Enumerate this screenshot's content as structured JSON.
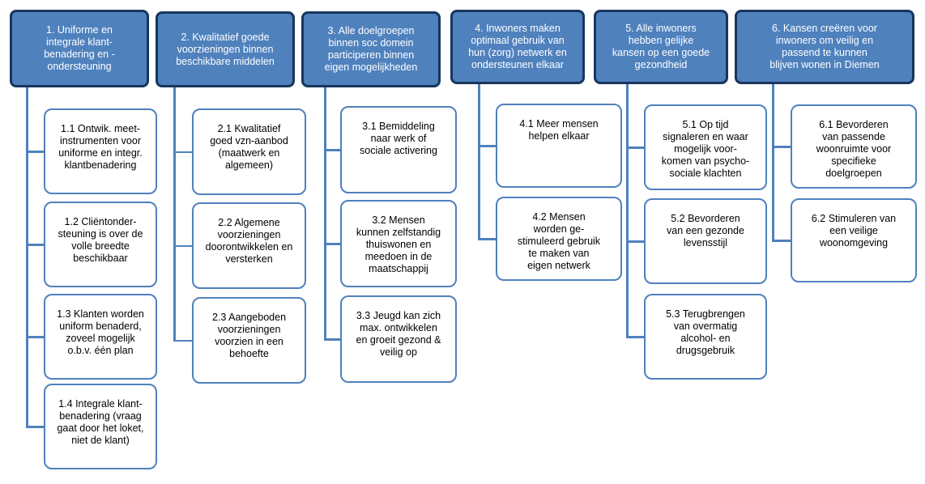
{
  "columns": [
    {
      "title": "1. Uniforme en\nintegrale klant-\nbenadering en -\nondersteuning",
      "items": [
        "1.1 Ontwik. meet-\ninstrumenten voor\nuniforme en integr.\nklantbenadering",
        "1.2 Cliëntonder-\nsteuning is over de\nvolle breedte\nbeschikbaar",
        "1.3 Klanten worden\nuniform benaderd,\nzoveel mogelijk\no.b.v. één plan",
        "1.4 Integrale klant-\nbenadering (vraag\ngaat door het loket,\nniet de klant)"
      ]
    },
    {
      "title": "2. Kwalitatief goede\nvoorzieningen binnen\nbeschikbare middelen",
      "items": [
        "2.1 Kwalitatief\ngoed vzn-aanbod\n(maatwerk en\nalgemeen)",
        "2.2 Algemene\nvoorzieningen\ndoorontwikkelen en\nversterken",
        "2.3 Aangeboden\nvoorzieningen\nvoorzien in een\nbehoefte"
      ]
    },
    {
      "title": "3. Alle doelgroepen\nbinnen soc domein\nparticiperen binnen\neigen mogelijkheden",
      "items": [
        "3.1 Bemiddeling\nnaar werk of\nsociale activering",
        "3.2 Mensen\nkunnen zelfstandig\nthuiswonen en\nmeedoen in de\nmaatschappij",
        "3.3 Jeugd kan zich\nmax. ontwikkelen\nen groeit gezond &\nveilig op"
      ]
    },
    {
      "title": "4. Inwoners maken\noptimaal gebruik van\nhun (zorg) netwerk en\nondersteunen elkaar",
      "items": [
        "4.1 Meer mensen\nhelpen elkaar",
        "4.2 Mensen\nworden ge-\nstimuleerd gebruik\nte maken van\neigen netwerk"
      ]
    },
    {
      "title": "5. Alle inwoners\nhebben gelijke\nkansen op een goede\ngezondheid",
      "items": [
        "5.1 Op tijd\nsignaleren en waar\nmogelijk voor-\nkomen van psycho-\nsociale klachten",
        "5.2 Bevorderen\nvan een gezonde\nlevensstijl",
        "5.3 Terugbrengen\nvan overmatig\nalcohol- en\ndrugsgebruik"
      ]
    },
    {
      "title": "6. Kansen creëren voor\ninwoners om veilig en\npassend te kunnen\nblijven wonen in Diemen",
      "items": [
        "6.1 Bevorderen\nvan passende\nwoonruimte voor\nspecifieke\ndoelgroepen",
        "6.2 Stimuleren van\neen veilige\nwoonomgeving"
      ]
    }
  ],
  "colors": {
    "header_fill": "#4f81bd",
    "header_border": "#17365d",
    "item_border": "#4f81bd",
    "connector": "#4f81bd"
  }
}
